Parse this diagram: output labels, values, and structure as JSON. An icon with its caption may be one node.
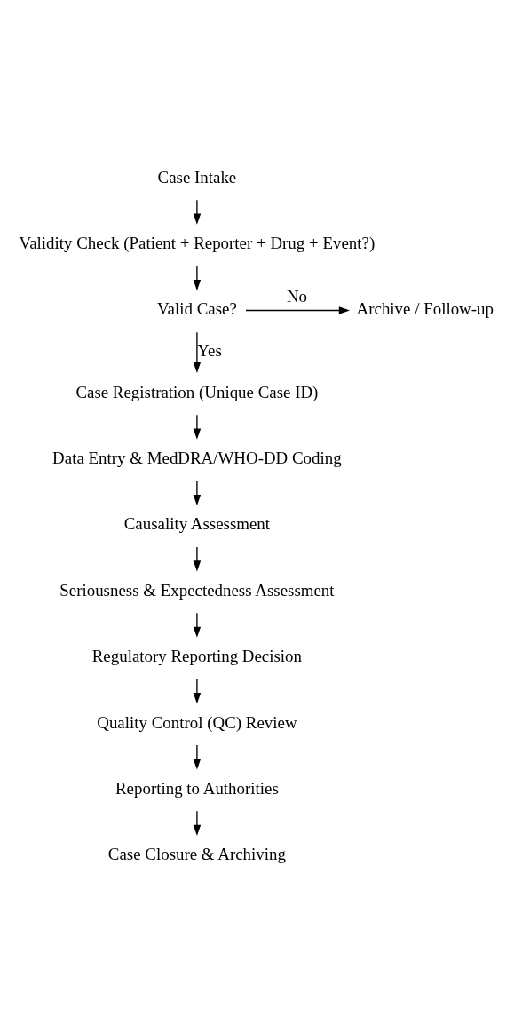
{
  "diagram": {
    "nodes": [
      {
        "text": [
          "Case Intake"
        ]
      },
      {
        "text": [
          "Validity Check (Patient + Reporter + Drug + Event?)"
        ]
      },
      {
        "text": [
          "Valid Case?"
        ]
      },
      {
        "text": [
          "Archive / Follow-up"
        ]
      },
      {
        "text": [
          "Case Registration (Unique Case ID)"
        ]
      },
      {
        "text": [
          "Data Entry & MedDRA/WHO-DD Coding"
        ]
      },
      {
        "text": [
          "Causality Assessment"
        ]
      },
      {
        "text": [
          "Seriousness & Expectedness Assessment"
        ]
      },
      {
        "text": [
          "Regulatory Reporting Decision"
        ]
      },
      {
        "text": [
          "Quality Control (QC) Review"
        ]
      },
      {
        "text": [
          "Reporting to Authorities"
        ]
      },
      {
        "text": [
          "Case Closure & Archiving"
        ]
      }
    ],
    "edges": [
      {
        "from": 0,
        "to": 1,
        "arrow": "to"
      },
      {
        "from": 1,
        "to": 2,
        "arrow": "to"
      },
      {
        "from": 2,
        "to": 3,
        "arrow": "to",
        "label": "No"
      },
      {
        "from": 2,
        "to": 4,
        "arrow": "to",
        "label": "Yes"
      },
      {
        "from": 4,
        "to": 5,
        "arrow": "to"
      },
      {
        "from": 5,
        "to": 6,
        "arrow": "to"
      },
      {
        "from": 6,
        "to": 7,
        "arrow": "to"
      },
      {
        "from": 7,
        "to": 8,
        "arrow": "to"
      },
      {
        "from": 8,
        "to": 9,
        "arrow": "to"
      },
      {
        "from": 9,
        "to": 10,
        "arrow": "to"
      },
      {
        "from": 10,
        "to": 11,
        "arrow": "to"
      }
    ]
  }
}
